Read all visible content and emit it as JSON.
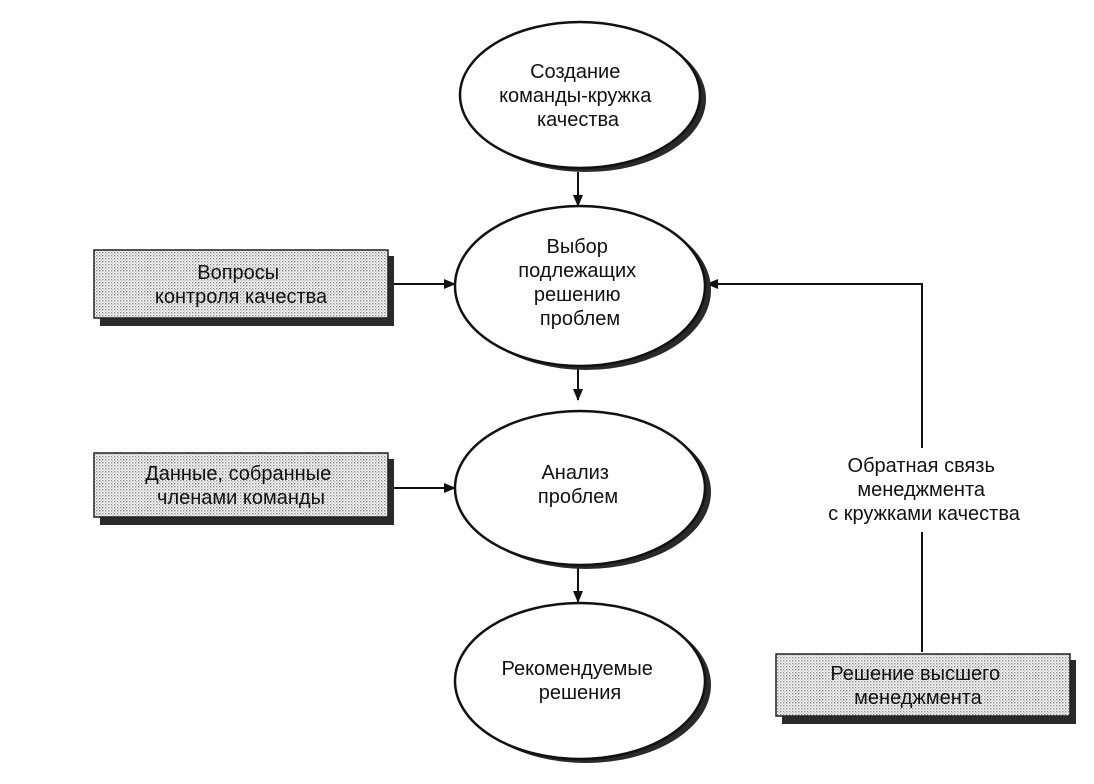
{
  "nodes": {
    "create_team": {
      "lines": [
        "Создание",
        "команды-кружка",
        "качества"
      ]
    },
    "select_problems": {
      "lines": [
        "Выбор",
        "подлежащих",
        "решению",
        "проблем"
      ]
    },
    "analyze_problems": {
      "lines": [
        "Анализ",
        "проблем"
      ]
    },
    "recommended_solutions": {
      "lines": [
        "Рекомендуемые",
        "решения"
      ]
    },
    "quality_questions": {
      "lines": [
        "Вопросы",
        "контроля качества"
      ]
    },
    "team_data": {
      "lines": [
        "Данные, собранные",
        "членами команды"
      ]
    },
    "top_management_decision": {
      "lines": [
        "Решение высшего",
        "менеджмента"
      ]
    }
  },
  "feedback_label": {
    "lines": [
      "Обратная связь",
      "менеджмента",
      "с кружками качества"
    ]
  },
  "colors": {
    "stroke": "#111111",
    "shadow": "#2a2a2a",
    "box_fill_pattern": "#8a8a8a"
  }
}
